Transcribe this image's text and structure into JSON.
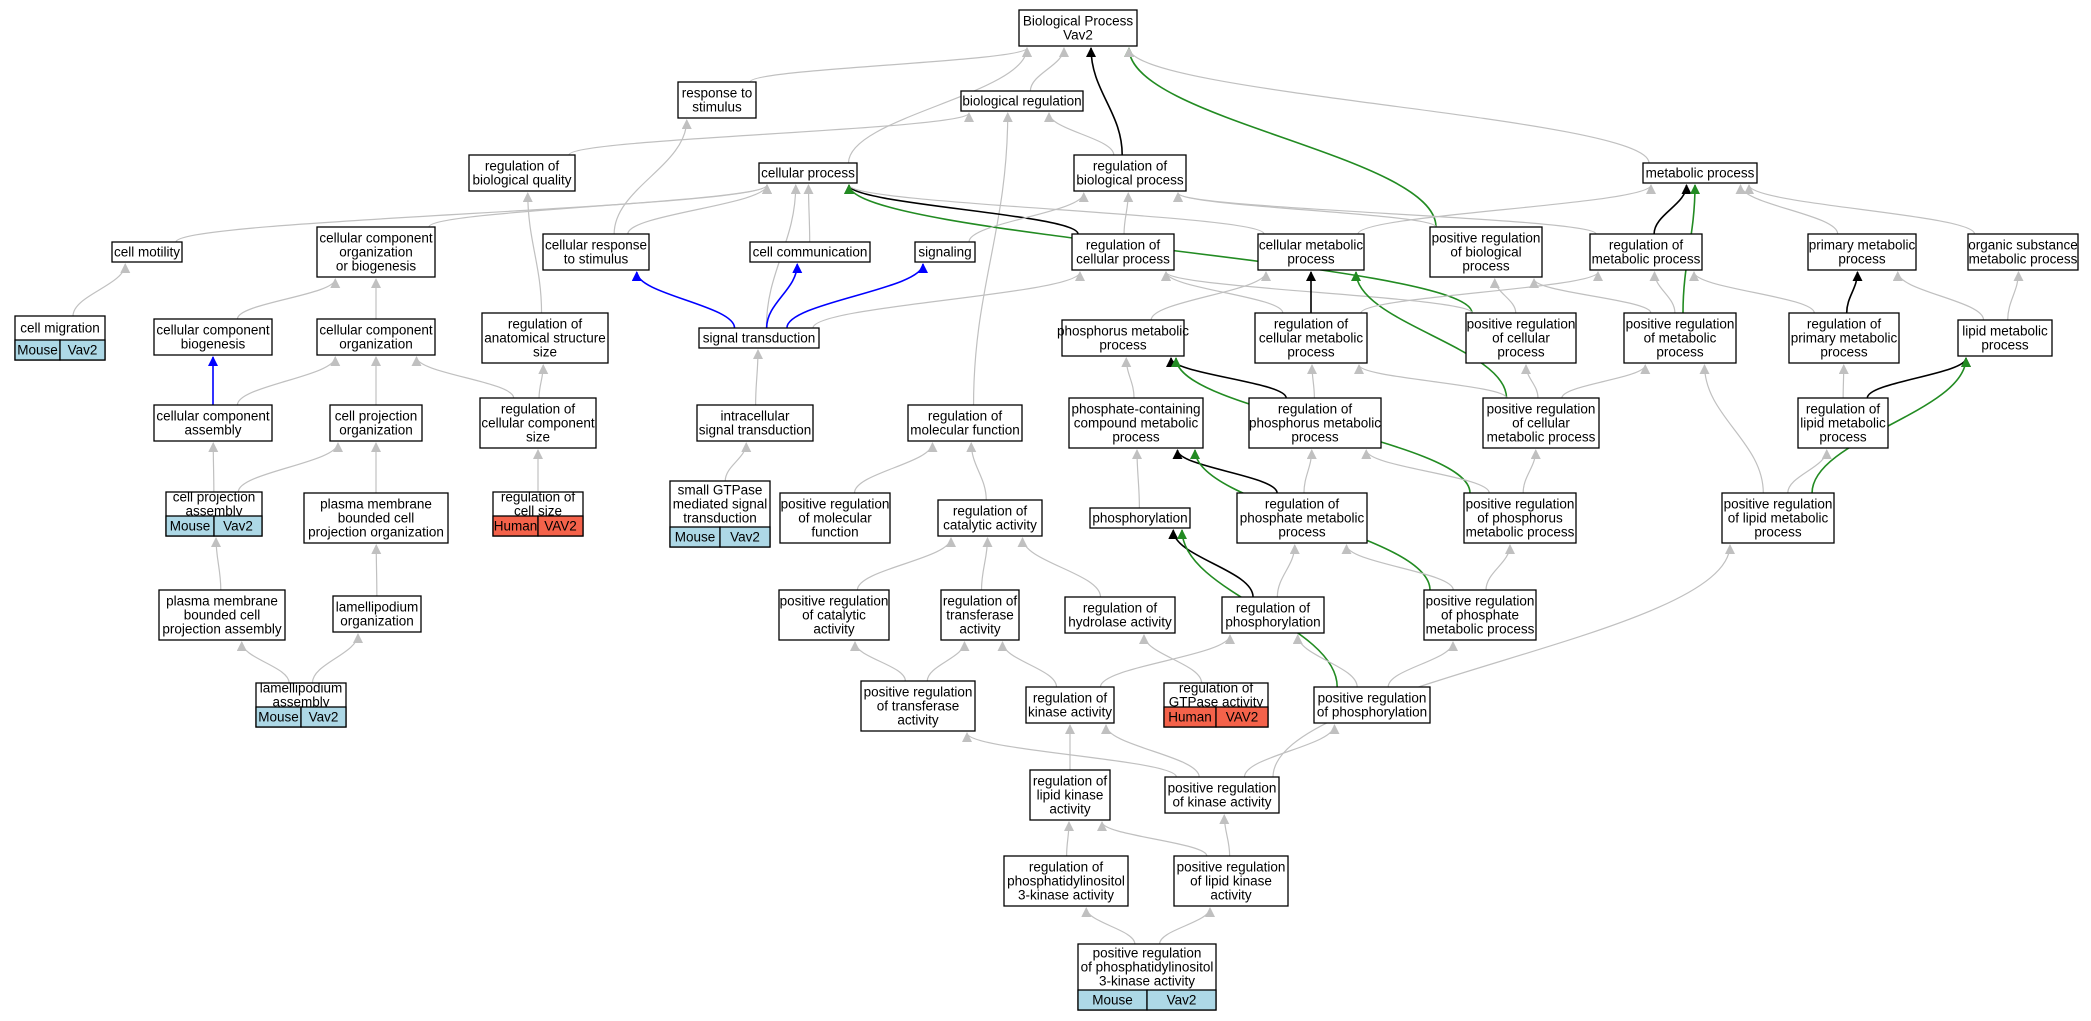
{
  "colors": {
    "edge_gray": "#c0c0c0",
    "edge_black": "#000000",
    "edge_green": "#228b22",
    "edge_blue": "#0000ff",
    "mouse_tag": "#add8e6",
    "human_tag": "#f4624a"
  },
  "nodes": [
    {
      "id": "bp",
      "lines": [
        "Biological Process",
        "Vav2"
      ]
    },
    {
      "id": "rts",
      "lines": [
        "response to",
        "stimulus"
      ]
    },
    {
      "id": "breg",
      "lines": [
        "biological regulation"
      ]
    },
    {
      "id": "rbq",
      "lines": [
        "regulation of",
        "biological quality"
      ]
    },
    {
      "id": "cp",
      "lines": [
        "cellular process"
      ]
    },
    {
      "id": "rbp",
      "lines": [
        "regulation of",
        "biological process"
      ]
    },
    {
      "id": "mp",
      "lines": [
        "metabolic process"
      ]
    },
    {
      "id": "cmot",
      "lines": [
        "cell motility"
      ]
    },
    {
      "id": "ccob",
      "lines": [
        "cellular component",
        "organization",
        "or biogenesis"
      ]
    },
    {
      "id": "crs",
      "lines": [
        "cellular response",
        "to stimulus"
      ]
    },
    {
      "id": "ccom",
      "lines": [
        "cell communication"
      ]
    },
    {
      "id": "sig",
      "lines": [
        "signaling"
      ]
    },
    {
      "id": "rcp",
      "lines": [
        "regulation of",
        "cellular process"
      ]
    },
    {
      "id": "cmp",
      "lines": [
        "cellular metabolic",
        "process"
      ]
    },
    {
      "id": "prbp",
      "lines": [
        "positive regulation",
        "of biological",
        "process"
      ]
    },
    {
      "id": "rmp",
      "lines": [
        "regulation of",
        "metabolic process"
      ]
    },
    {
      "id": "pmp",
      "lines": [
        "primary metabolic",
        "process"
      ]
    },
    {
      "id": "osmp",
      "lines": [
        "organic substance",
        "metabolic process"
      ]
    },
    {
      "id": "cmig",
      "lines": [
        "cell migration"
      ],
      "tags": [
        {
          "label": "Mouse",
          "type": "mouse"
        },
        {
          "label": "Vav2",
          "type": "mouse"
        }
      ]
    },
    {
      "id": "ccb",
      "lines": [
        "cellular component",
        "biogenesis"
      ]
    },
    {
      "id": "cco",
      "lines": [
        "cellular component",
        "organization"
      ]
    },
    {
      "id": "rass",
      "lines": [
        "regulation of",
        "anatomical structure",
        "size"
      ]
    },
    {
      "id": "st",
      "lines": [
        "signal transduction"
      ]
    },
    {
      "id": "phmp",
      "lines": [
        "phosphorus metabolic",
        "process"
      ]
    },
    {
      "id": "rcmp",
      "lines": [
        "regulation of",
        "cellular metabolic",
        "process"
      ]
    },
    {
      "id": "prcp",
      "lines": [
        "positive regulation",
        "of cellular",
        "process"
      ]
    },
    {
      "id": "prmp",
      "lines": [
        "positive regulation",
        "of metabolic",
        "process"
      ]
    },
    {
      "id": "rpmp",
      "lines": [
        "regulation of",
        "primary metabolic",
        "process"
      ]
    },
    {
      "id": "lmp",
      "lines": [
        "lipid metabolic",
        "process"
      ]
    },
    {
      "id": "cca",
      "lines": [
        "cellular component",
        "assembly"
      ]
    },
    {
      "id": "cpo",
      "lines": [
        "cell projection",
        "organization"
      ]
    },
    {
      "id": "rccs",
      "lines": [
        "regulation of",
        "cellular component",
        "size"
      ]
    },
    {
      "id": "ist",
      "lines": [
        "intracellular",
        "signal transduction"
      ]
    },
    {
      "id": "rmf",
      "lines": [
        "regulation of",
        "molecular function"
      ]
    },
    {
      "id": "pccmp",
      "lines": [
        "phosphate-containing",
        "compound metabolic",
        "process"
      ]
    },
    {
      "id": "rphmp",
      "lines": [
        "regulation of",
        "phosphorus metabolic",
        "process"
      ]
    },
    {
      "id": "prcmp",
      "lines": [
        "positive regulation",
        "of cellular",
        "metabolic process"
      ]
    },
    {
      "id": "rlmp",
      "lines": [
        "regulation of",
        "lipid metabolic",
        "process"
      ]
    },
    {
      "id": "cpa",
      "lines": [
        "cell projection",
        "assembly"
      ],
      "tags": [
        {
          "label": "Mouse",
          "type": "mouse"
        },
        {
          "label": "Vav2",
          "type": "mouse"
        }
      ]
    },
    {
      "id": "pmbcpo",
      "lines": [
        "plasma membrane",
        "bounded cell",
        "projection organization"
      ]
    },
    {
      "id": "rcs",
      "lines": [
        "regulation of",
        "cell size"
      ],
      "tags": [
        {
          "label": "Human",
          "type": "human"
        },
        {
          "label": "VAV2",
          "type": "human"
        }
      ]
    },
    {
      "id": "sgmst",
      "lines": [
        "small GTPase",
        "mediated signal",
        "transduction"
      ],
      "tags": [
        {
          "label": "Mouse",
          "type": "mouse"
        },
        {
          "label": "Vav2",
          "type": "mouse"
        }
      ]
    },
    {
      "id": "prmf",
      "lines": [
        "positive regulation",
        "of molecular",
        "function"
      ]
    },
    {
      "id": "rca",
      "lines": [
        "regulation of",
        "catalytic activity"
      ]
    },
    {
      "id": "phos",
      "lines": [
        "phosphorylation"
      ]
    },
    {
      "id": "rpmpr",
      "lines": [
        "regulation of",
        "phosphate metabolic",
        "process"
      ]
    },
    {
      "id": "prphmp",
      "lines": [
        "positive regulation",
        "of phosphorus",
        "metabolic process"
      ]
    },
    {
      "id": "prlmp",
      "lines": [
        "positive regulation",
        "of lipid metabolic",
        "process"
      ]
    },
    {
      "id": "pmbcpa",
      "lines": [
        "plasma membrane",
        "bounded cell",
        "projection assembly"
      ]
    },
    {
      "id": "lo",
      "lines": [
        "lamellipodium",
        "organization"
      ]
    },
    {
      "id": "prca",
      "lines": [
        "positive regulation",
        "of catalytic",
        "activity"
      ]
    },
    {
      "id": "rta",
      "lines": [
        "regulation of",
        "transferase",
        "activity"
      ]
    },
    {
      "id": "rha",
      "lines": [
        "regulation of",
        "hydrolase activity"
      ]
    },
    {
      "id": "rphos",
      "lines": [
        "regulation of",
        "phosphorylation"
      ]
    },
    {
      "id": "prpmp",
      "lines": [
        "positive regulation",
        "of phosphate",
        "metabolic process"
      ]
    },
    {
      "id": "la",
      "lines": [
        "lamellipodium",
        "assembly"
      ],
      "tags": [
        {
          "label": "Mouse",
          "type": "mouse"
        },
        {
          "label": "Vav2",
          "type": "mouse"
        }
      ]
    },
    {
      "id": "prta",
      "lines": [
        "positive regulation",
        "of transferase",
        "activity"
      ]
    },
    {
      "id": "rka",
      "lines": [
        "regulation of",
        "kinase activity"
      ]
    },
    {
      "id": "rgtp",
      "lines": [
        "regulation of",
        "GTPase activity"
      ],
      "tags": [
        {
          "label": "Human",
          "type": "human"
        },
        {
          "label": "VAV2",
          "type": "human"
        }
      ]
    },
    {
      "id": "prphos",
      "lines": [
        "positive regulation",
        "of phosphorylation"
      ]
    },
    {
      "id": "rlka",
      "lines": [
        "regulation of",
        "lipid kinase",
        "activity"
      ]
    },
    {
      "id": "prka",
      "lines": [
        "positive regulation",
        "of kinase activity"
      ]
    },
    {
      "id": "rpi3k",
      "lines": [
        "regulation of",
        "phosphatidylinositol",
        "3-kinase activity"
      ]
    },
    {
      "id": "prlka",
      "lines": [
        "positive regulation",
        "of lipid kinase",
        "activity"
      ]
    },
    {
      "id": "prpi3k",
      "lines": [
        "positive regulation",
        "of phosphatidylinositol",
        "3-kinase activity"
      ],
      "tags": [
        {
          "label": "Mouse",
          "type": "mouse"
        },
        {
          "label": "Vav2",
          "type": "mouse"
        }
      ]
    }
  ],
  "edges": [
    {
      "from": "rts",
      "to": "bp",
      "color": "gray"
    },
    {
      "from": "breg",
      "to": "bp",
      "color": "gray"
    },
    {
      "from": "cp",
      "to": "bp",
      "color": "gray"
    },
    {
      "from": "rbp",
      "to": "bp",
      "color": "black"
    },
    {
      "from": "prbp",
      "to": "bp",
      "color": "green"
    },
    {
      "from": "mp",
      "to": "bp",
      "color": "gray"
    },
    {
      "from": "rbq",
      "to": "breg",
      "color": "gray"
    },
    {
      "from": "rbp",
      "to": "breg",
      "color": "gray"
    },
    {
      "from": "rmf",
      "to": "breg",
      "color": "gray"
    },
    {
      "from": "crs",
      "to": "rts",
      "color": "gray"
    },
    {
      "from": "cmot",
      "to": "cp",
      "color": "gray"
    },
    {
      "from": "ccob",
      "to": "cp",
      "color": "gray"
    },
    {
      "from": "crs",
      "to": "cp",
      "color": "gray"
    },
    {
      "from": "ccom",
      "to": "cp",
      "color": "gray"
    },
    {
      "from": "st",
      "to": "cp",
      "color": "gray"
    },
    {
      "from": "rcp",
      "to": "cp",
      "color": "black"
    },
    {
      "from": "cmp",
      "to": "cp",
      "color": "gray"
    },
    {
      "from": "prcp",
      "to": "cp",
      "color": "green"
    },
    {
      "from": "rcp",
      "to": "rbp",
      "color": "gray"
    },
    {
      "from": "prbp",
      "to": "rbp",
      "color": "gray"
    },
    {
      "from": "rmp",
      "to": "rbp",
      "color": "gray"
    },
    {
      "from": "sig",
      "to": "rbp",
      "color": "gray"
    },
    {
      "from": "cmp",
      "to": "mp",
      "color": "gray"
    },
    {
      "from": "rmp",
      "to": "mp",
      "color": "black"
    },
    {
      "from": "prmp",
      "to": "mp",
      "color": "green"
    },
    {
      "from": "pmp",
      "to": "mp",
      "color": "gray"
    },
    {
      "from": "osmp",
      "to": "mp",
      "color": "gray"
    },
    {
      "from": "cmig",
      "to": "cmot",
      "color": "gray"
    },
    {
      "from": "ccb",
      "to": "ccob",
      "color": "gray"
    },
    {
      "from": "cco",
      "to": "ccob",
      "color": "gray"
    },
    {
      "from": "st",
      "to": "crs",
      "color": "blue"
    },
    {
      "from": "st",
      "to": "ccom",
      "color": "blue"
    },
    {
      "from": "st",
      "to": "sig",
      "color": "blue"
    },
    {
      "from": "st",
      "to": "rcp",
      "color": "gray"
    },
    {
      "from": "rass",
      "to": "rbq",
      "color": "gray"
    },
    {
      "from": "rcmp",
      "to": "rcp",
      "color": "gray"
    },
    {
      "from": "prcp",
      "to": "rcp",
      "color": "gray"
    },
    {
      "from": "phmp",
      "to": "cmp",
      "color": "gray"
    },
    {
      "from": "rcmp",
      "to": "cmp",
      "color": "black"
    },
    {
      "from": "prcmp",
      "to": "cmp",
      "color": "green"
    },
    {
      "from": "prcp",
      "to": "prbp",
      "color": "gray"
    },
    {
      "from": "prmp",
      "to": "prbp",
      "color": "gray"
    },
    {
      "from": "rcmp",
      "to": "rmp",
      "color": "gray"
    },
    {
      "from": "prmp",
      "to": "rmp",
      "color": "gray"
    },
    {
      "from": "rpmp",
      "to": "rmp",
      "color": "gray"
    },
    {
      "from": "rpmp",
      "to": "pmp",
      "color": "black"
    },
    {
      "from": "lmp",
      "to": "pmp",
      "color": "gray"
    },
    {
      "from": "lmp",
      "to": "osmp",
      "color": "gray"
    },
    {
      "from": "cca",
      "to": "ccb",
      "color": "blue"
    },
    {
      "from": "cca",
      "to": "cco",
      "color": "gray"
    },
    {
      "from": "cpo",
      "to": "cco",
      "color": "gray"
    },
    {
      "from": "rccs",
      "to": "cco",
      "color": "gray"
    },
    {
      "from": "rccs",
      "to": "rass",
      "color": "gray"
    },
    {
      "from": "ist",
      "to": "st",
      "color": "gray"
    },
    {
      "from": "pccmp",
      "to": "phmp",
      "color": "gray"
    },
    {
      "from": "rphmp",
      "to": "phmp",
      "color": "black"
    },
    {
      "from": "prphmp",
      "to": "phmp",
      "color": "green"
    },
    {
      "from": "rphmp",
      "to": "rcmp",
      "color": "gray"
    },
    {
      "from": "prcmp",
      "to": "rcmp",
      "color": "gray"
    },
    {
      "from": "prcmp",
      "to": "prcp",
      "color": "gray"
    },
    {
      "from": "prcmp",
      "to": "prmp",
      "color": "gray"
    },
    {
      "from": "prlmp",
      "to": "prmp",
      "color": "gray"
    },
    {
      "from": "rlmp",
      "to": "rpmp",
      "color": "gray"
    },
    {
      "from": "rlmp",
      "to": "lmp",
      "color": "black"
    },
    {
      "from": "prlmp",
      "to": "lmp",
      "color": "green"
    },
    {
      "from": "cpa",
      "to": "cca",
      "color": "gray"
    },
    {
      "from": "cpa",
      "to": "cpo",
      "color": "gray"
    },
    {
      "from": "pmbcpo",
      "to": "cpo",
      "color": "gray"
    },
    {
      "from": "rcs",
      "to": "rccs",
      "color": "gray"
    },
    {
      "from": "sgmst",
      "to": "ist",
      "color": "gray"
    },
    {
      "from": "prmf",
      "to": "rmf",
      "color": "gray"
    },
    {
      "from": "rca",
      "to": "rmf",
      "color": "gray"
    },
    {
      "from": "phos",
      "to": "pccmp",
      "color": "gray"
    },
    {
      "from": "rpmpr",
      "to": "pccmp",
      "color": "black"
    },
    {
      "from": "prpmp",
      "to": "pccmp",
      "color": "green"
    },
    {
      "from": "rpmpr",
      "to": "rphmp",
      "color": "gray"
    },
    {
      "from": "prphmp",
      "to": "rphmp",
      "color": "gray"
    },
    {
      "from": "prphmp",
      "to": "prcmp",
      "color": "gray"
    },
    {
      "from": "prlmp",
      "to": "rlmp",
      "color": "gray"
    },
    {
      "from": "pmbcpa",
      "to": "cpa",
      "color": "gray"
    },
    {
      "from": "lo",
      "to": "pmbcpo",
      "color": "gray"
    },
    {
      "from": "prca",
      "to": "rca",
      "color": "gray"
    },
    {
      "from": "rta",
      "to": "rca",
      "color": "gray"
    },
    {
      "from": "rha",
      "to": "rca",
      "color": "gray"
    },
    {
      "from": "rphos",
      "to": "phos",
      "color": "black"
    },
    {
      "from": "prphos",
      "to": "phos",
      "color": "green"
    },
    {
      "from": "rphos",
      "to": "rpmpr",
      "color": "gray"
    },
    {
      "from": "prpmp",
      "to": "rpmpr",
      "color": "gray"
    },
    {
      "from": "prpmp",
      "to": "prphmp",
      "color": "gray"
    },
    {
      "from": "prka",
      "to": "prlmp",
      "color": "gray"
    },
    {
      "from": "la",
      "to": "pmbcpa",
      "color": "gray"
    },
    {
      "from": "la",
      "to": "lo",
      "color": "gray"
    },
    {
      "from": "prta",
      "to": "prca",
      "color": "gray"
    },
    {
      "from": "prta",
      "to": "rta",
      "color": "gray"
    },
    {
      "from": "rka",
      "to": "rta",
      "color": "gray"
    },
    {
      "from": "rgtp",
      "to": "rha",
      "color": "gray"
    },
    {
      "from": "rka",
      "to": "rphos",
      "color": "gray"
    },
    {
      "from": "prphos",
      "to": "rphos",
      "color": "gray"
    },
    {
      "from": "prphos",
      "to": "prpmp",
      "color": "gray"
    },
    {
      "from": "prka",
      "to": "prta",
      "color": "gray"
    },
    {
      "from": "prka",
      "to": "rka",
      "color": "gray"
    },
    {
      "from": "prka",
      "to": "prphos",
      "color": "gray"
    },
    {
      "from": "rlka",
      "to": "rka",
      "color": "gray"
    },
    {
      "from": "prlka",
      "to": "rlka",
      "color": "gray"
    },
    {
      "from": "prlka",
      "to": "prka",
      "color": "gray"
    },
    {
      "from": "rpi3k",
      "to": "rlka",
      "color": "gray"
    },
    {
      "from": "prpi3k",
      "to": "rpi3k",
      "color": "gray"
    },
    {
      "from": "prpi3k",
      "to": "prlka",
      "color": "gray"
    }
  ]
}
